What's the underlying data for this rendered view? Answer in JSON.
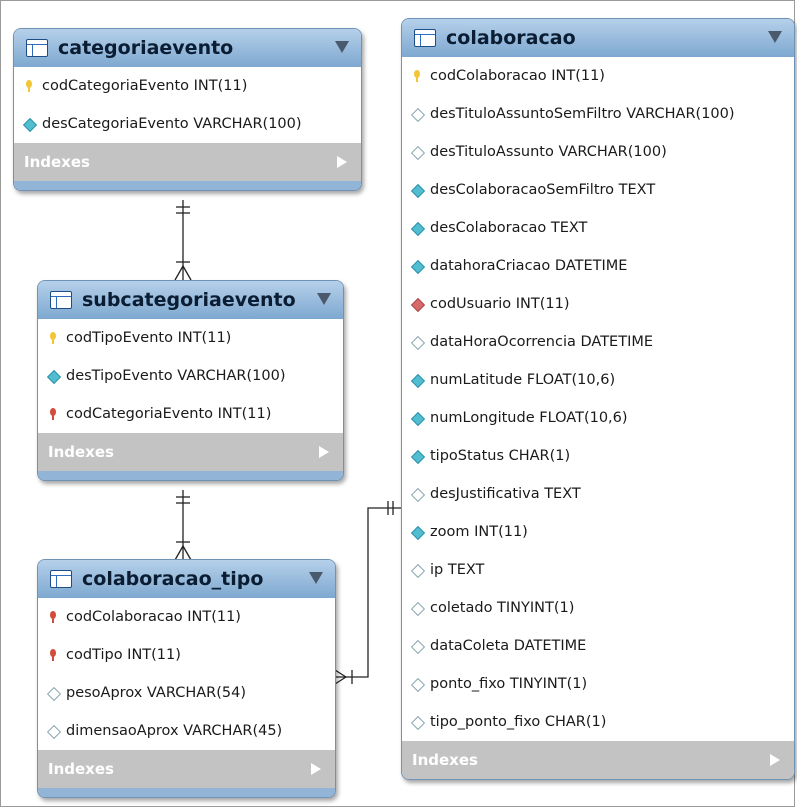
{
  "tables": {
    "categoriaevento": {
      "name": "categoriaevento",
      "columns": [
        {
          "text": "codCategoriaEvento INT(11)",
          "icon": "primary-key-icon"
        },
        {
          "text": "desCategoriaEvento VARCHAR(100)",
          "icon": "column-diamond-icon"
        }
      ],
      "indexes_label": "Indexes"
    },
    "subcategoriaevento": {
      "name": "subcategoriaevento",
      "columns": [
        {
          "text": "codTipoEvento INT(11)",
          "icon": "primary-key-icon"
        },
        {
          "text": "desTipoEvento VARCHAR(100)",
          "icon": "column-diamond-icon"
        },
        {
          "text": "codCategoriaEvento INT(11)",
          "icon": "foreign-key-icon"
        }
      ],
      "indexes_label": "Indexes"
    },
    "colaboracao_tipo": {
      "name": "colaboracao_tipo",
      "columns": [
        {
          "text": "codColaboracao INT(11)",
          "icon": "foreign-key-icon"
        },
        {
          "text": "codTipo INT(11)",
          "icon": "foreign-key-icon"
        },
        {
          "text": "pesoAprox VARCHAR(54)",
          "icon": "nullable-diamond-icon"
        },
        {
          "text": "dimensaoAprox VARCHAR(45)",
          "icon": "nullable-diamond-icon"
        }
      ],
      "indexes_label": "Indexes"
    },
    "colaboracao": {
      "name": "colaboracao",
      "columns": [
        {
          "text": "codColaboracao INT(11)",
          "icon": "primary-key-icon"
        },
        {
          "text": "desTituloAssuntoSemFiltro VARCHAR(100)",
          "icon": "nullable-diamond-icon"
        },
        {
          "text": "desTituloAssunto VARCHAR(100)",
          "icon": "nullable-diamond-icon"
        },
        {
          "text": "desColaboracaoSemFiltro TEXT",
          "icon": "column-diamond-icon"
        },
        {
          "text": "desColaboracao TEXT",
          "icon": "column-diamond-icon"
        },
        {
          "text": "datahoraCriacao DATETIME",
          "icon": "column-diamond-icon"
        },
        {
          "text": "codUsuario INT(11)",
          "icon": "foreign-diamond-icon"
        },
        {
          "text": "dataHoraOcorrencia DATETIME",
          "icon": "nullable-diamond-icon"
        },
        {
          "text": "numLatitude FLOAT(10,6)",
          "icon": "column-diamond-icon"
        },
        {
          "text": "numLongitude FLOAT(10,6)",
          "icon": "column-diamond-icon"
        },
        {
          "text": "tipoStatus CHAR(1)",
          "icon": "column-diamond-icon"
        },
        {
          "text": "desJustificativa TEXT",
          "icon": "nullable-diamond-icon"
        },
        {
          "text": "zoom INT(11)",
          "icon": "column-diamond-icon"
        },
        {
          "text": "ip TEXT",
          "icon": "nullable-diamond-icon"
        },
        {
          "text": "coletado TINYINT(1)",
          "icon": "nullable-diamond-icon"
        },
        {
          "text": "dataColeta DATETIME",
          "icon": "nullable-diamond-icon"
        },
        {
          "text": "ponto_fixo TINYINT(1)",
          "icon": "nullable-diamond-icon"
        },
        {
          "text": "tipo_ponto_fixo CHAR(1)",
          "icon": "nullable-diamond-icon"
        }
      ],
      "indexes_label": "Indexes"
    }
  },
  "colors": {
    "header_top": "#b5d0ea",
    "header_bottom": "#7ea8d0",
    "indexes_bar": "#c3c3c3",
    "connector": "#222222"
  }
}
